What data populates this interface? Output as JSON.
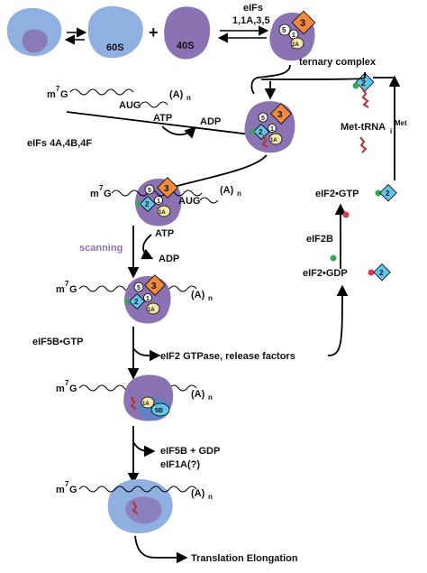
{
  "subunits": {
    "s60": "60S",
    "s40": "40S"
  },
  "factors": {
    "eifs_top_line1": "eIFs",
    "eifs_top_line2": "1,1A,3,5",
    "eifs_4": "eIFs 4A,4B,4F",
    "f3": "3",
    "f5": "5",
    "f1": "1",
    "f1a": "1A",
    "f2": "2",
    "f5b": "5B"
  },
  "mrna": {
    "cap": "m",
    "cap_sup": "7",
    "cap_g": "G",
    "aug": "AUG",
    "polyA": "(A)",
    "polyA_sub": "n"
  },
  "energy": {
    "atp": "ATP",
    "adp": "ADP"
  },
  "labels": {
    "ternary_complex": "ternary complex",
    "met_trna": "Met-tRNA",
    "met_trna_sub": "i",
    "met_trna_sup": "Met",
    "eif2_gtp": "eIF2•GTP",
    "eif2b": "eIF2B",
    "eif2_gdp": "eIF2•GDP",
    "scanning": "scanning",
    "eif5b_gtp": "eIF5B•GTP",
    "eif2_gtpase": "eIF2 GTPase, release factors",
    "eif5b_gdp": "eIF5B + GDP",
    "eif1a_q": "eIF1A(?)",
    "elongation": "Translation Elongation"
  },
  "colors": {
    "purple_40s": "#8a72b3",
    "blue_60s": "#8fb0e0",
    "eif3_orange": "#f08a3c",
    "eif2_blue": "#5fc4e8",
    "gtp_green": "#3aa655",
    "gdp_red": "#e03a4a",
    "trna_red": "#b0302a"
  }
}
